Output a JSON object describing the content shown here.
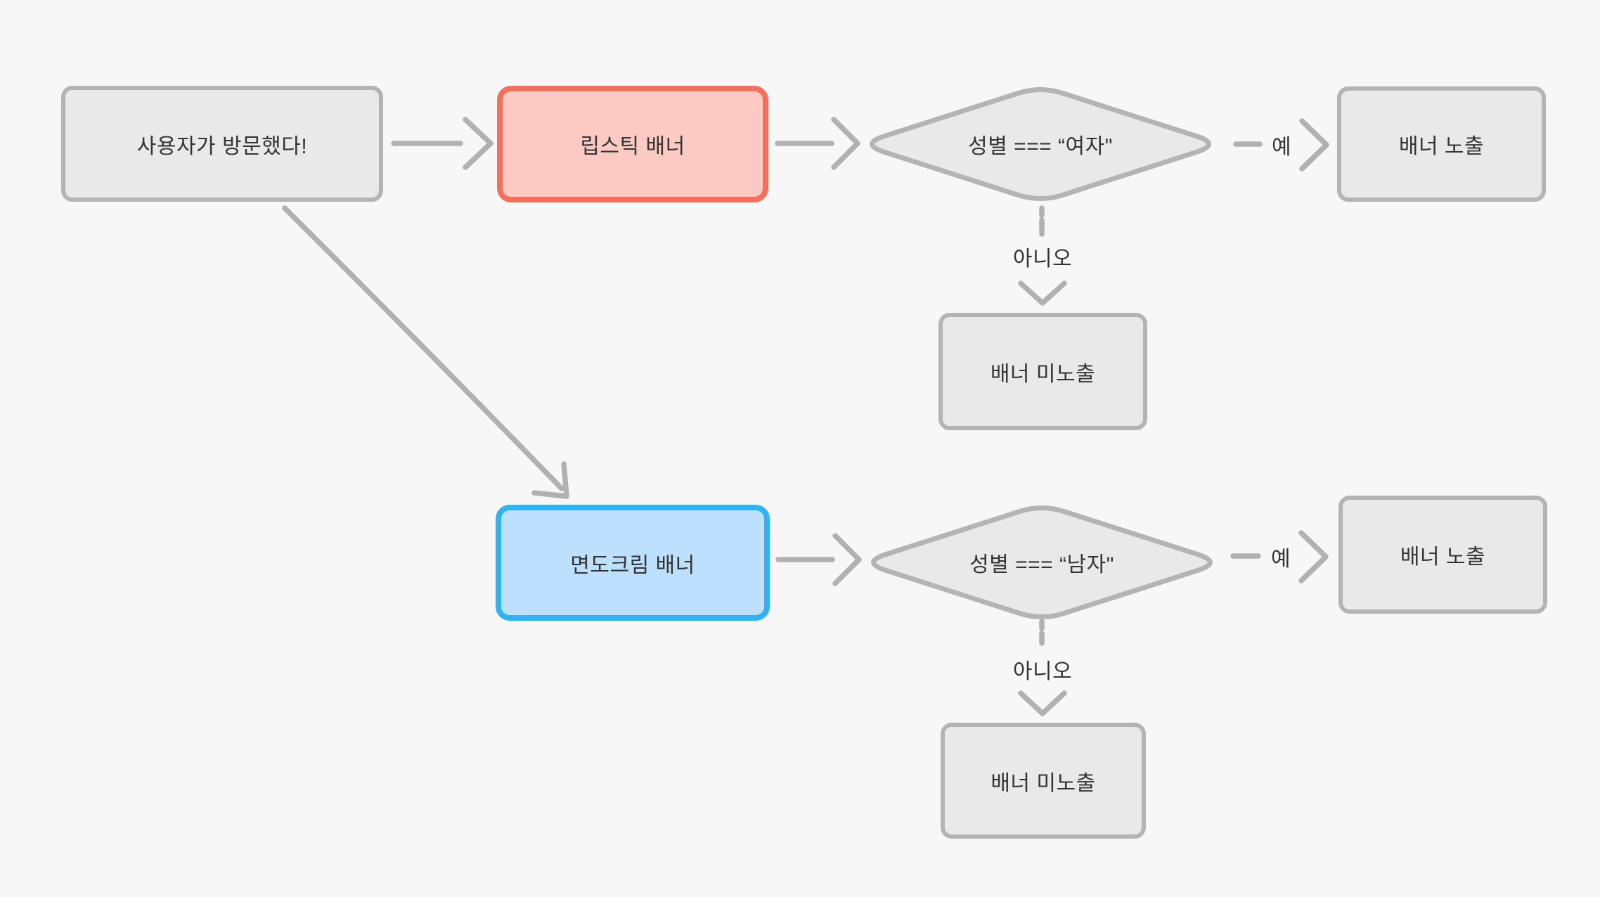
{
  "palette": {
    "bg": "#f7f7f7",
    "node_fill": "#e9e9e9",
    "node_border": "#b4b4b4",
    "arrow": "#b1b1b1",
    "red_border": "#f4705c",
    "red_fill": "#fdc9c3",
    "blue_border": "#2fb3f2",
    "blue_fill": "#bce0fd",
    "text": "#343434"
  },
  "nodes": {
    "start": {
      "label": "사용자가 방문했다!"
    },
    "lipstick_banner": {
      "label": "립스틱 배너"
    },
    "condition_female": {
      "label": "성별 === “여자\""
    },
    "banner_shown_female": {
      "label": "배너 노출"
    },
    "banner_hidden_female": {
      "label": "배너 미노출"
    },
    "shaving_cream_banner": {
      "label": "면도크림 배너"
    },
    "condition_male": {
      "label": "성별 === “남자\""
    },
    "banner_shown_male": {
      "label": "배너 노출"
    },
    "banner_hidden_male": {
      "label": "배너 미노출"
    }
  },
  "edge_labels": {
    "yes_female": "예",
    "no_female": "아니오",
    "yes_male": "예",
    "no_male": "아니오"
  }
}
